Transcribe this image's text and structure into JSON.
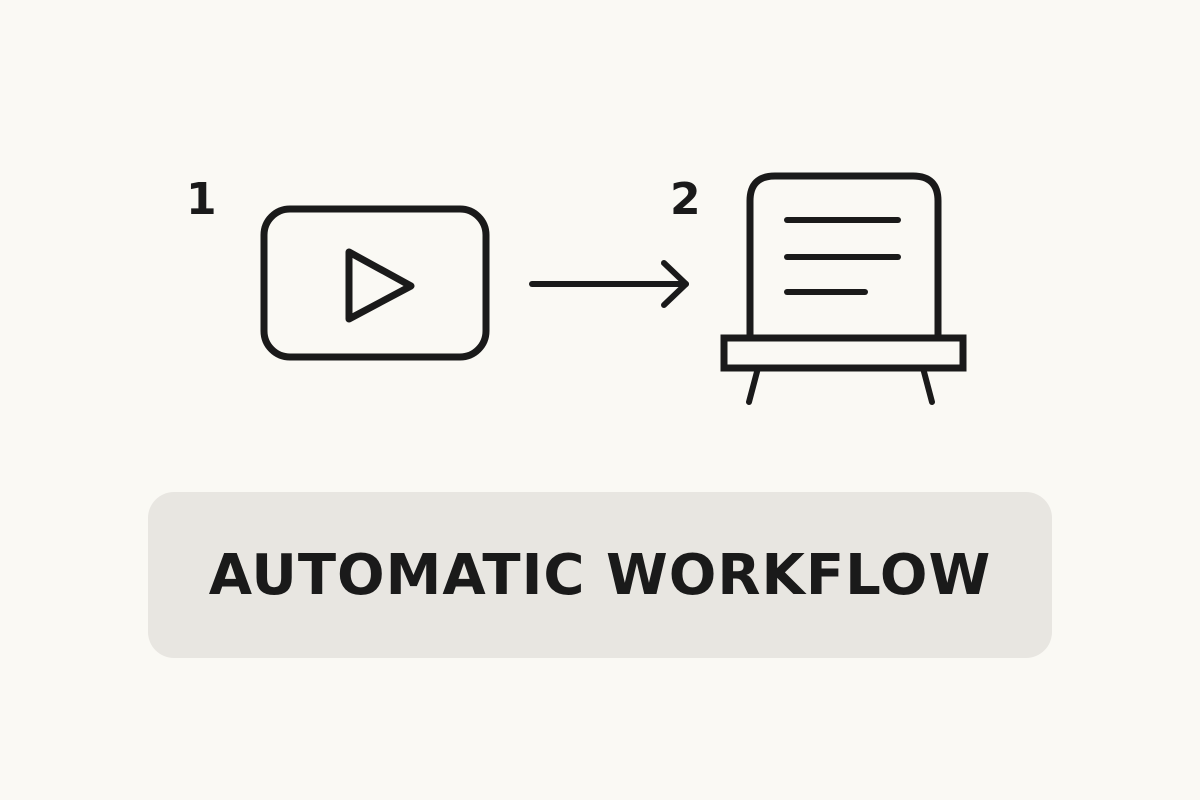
{
  "colors": {
    "background": "#faf9f4",
    "stroke": "#1a1a1a",
    "pill_background": "#e8e6e1"
  },
  "steps": [
    {
      "number": "1",
      "icon": "video-play-icon"
    },
    {
      "number": "2",
      "icon": "document-board-icon"
    }
  ],
  "connector": {
    "icon": "arrow-right-icon"
  },
  "label": {
    "text": "AUTOMATIC WORKFLOW"
  }
}
